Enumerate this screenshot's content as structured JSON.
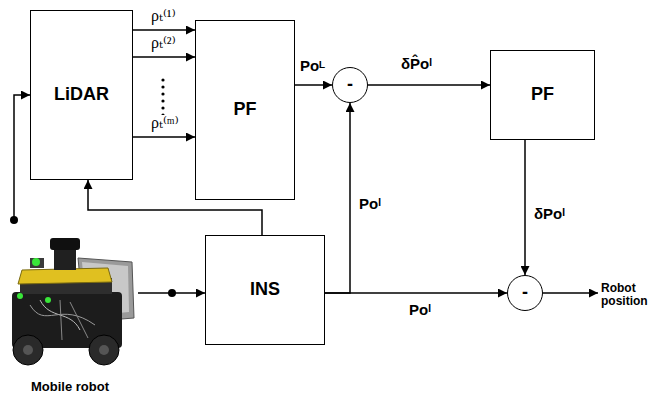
{
  "diagram": {
    "nodes": [
      {
        "text": [
          "LiDAR"
        ]
      },
      {
        "text": [
          "PF"
        ]
      },
      {
        "text": [
          "-"
        ]
      },
      {
        "text": [
          "PF"
        ]
      },
      {
        "text": [
          "Mobile robot"
        ]
      },
      {
        "text": [
          "INS"
        ]
      },
      {
        "text": [
          "-"
        ]
      }
    ],
    "edges": [
      {
        "from": 0,
        "to": 1,
        "label": "ρₜ⁽¹⁾",
        "arrow": "to"
      },
      {
        "from": 0,
        "to": 1,
        "label": "ρₜ⁽²⁾",
        "arrow": "to"
      },
      {
        "from": 0,
        "to": 1,
        "label": "ρₜ⁽ᵐ⁾",
        "arrow": "to"
      },
      {
        "from": 1,
        "to": 2,
        "label": "Poᴸ",
        "arrow": "to"
      },
      {
        "from": 2,
        "to": 3,
        "label": "δP̂oᴵ",
        "arrow": "to"
      },
      {
        "from": 5,
        "to": 2,
        "label": "Poᴵ",
        "arrow": "to"
      },
      {
        "from": 5,
        "to": 6,
        "label": "Poᴵ",
        "arrow": "to"
      },
      {
        "from": 3,
        "to": 6,
        "label": "δPoᴵ",
        "arrow": "to"
      },
      {
        "from": 5,
        "to": 0,
        "arrow": "to"
      },
      {
        "from": 4,
        "to": 0,
        "arrow": "to"
      },
      {
        "from": 4,
        "to": 5,
        "arrow": "to"
      }
    ],
    "labels": [
      "Robot position"
    ]
  }
}
